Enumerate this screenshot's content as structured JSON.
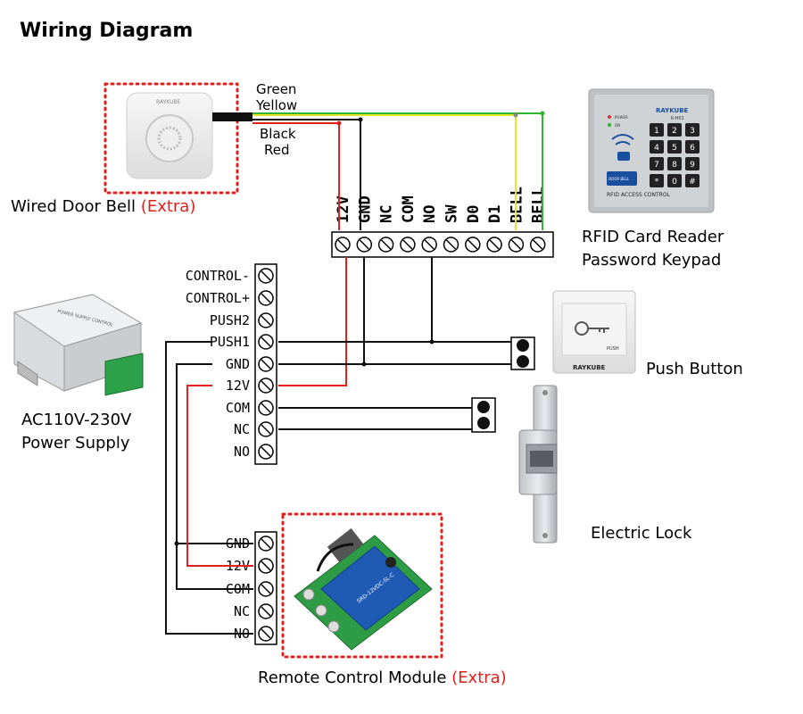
{
  "title": "Wiring Diagram",
  "doorbell": {
    "caption": "Wired Door Bell ",
    "extra": "(Extra)",
    "brand": "RAYKUBE"
  },
  "wire_labels": {
    "green": "Green",
    "yellow": "Yellow",
    "black": "Black",
    "red": "Red"
  },
  "keypad": {
    "caption_line1": "RFID Card Reader",
    "caption_line2": "Password Keypad",
    "brand": "RAYKUBE",
    "model": "K-H01",
    "footer": "RFID ACCESS CONTROL",
    "keys": [
      "1",
      "2",
      "3",
      "4",
      "5",
      "6",
      "7",
      "8",
      "9",
      "*",
      "0",
      "#"
    ],
    "led_labels": [
      "POWER",
      "ON"
    ],
    "bell_label": "DOOR BELL"
  },
  "keypad_terminals": [
    "12V",
    "GND",
    "NC",
    "COM",
    "NO",
    "SW",
    "D0",
    "D1",
    "BELL",
    "BELL"
  ],
  "power_supply": {
    "caption_line1": "AC110V-230V",
    "caption_line2": "Power Supply",
    "terminals": [
      "CONTROL-",
      "CONTROL+",
      "PUSH2",
      "PUSH1",
      "GND",
      "12V",
      "COM",
      "NC",
      "NO"
    ]
  },
  "push_button": {
    "caption": "Push Button",
    "brand": "RAYKUBE",
    "label": "PUSH"
  },
  "electric_lock": {
    "caption": "Electric Lock"
  },
  "remote_module": {
    "caption": "Remote Control Module ",
    "extra": "(Extra)",
    "terminals": [
      "GND",
      "12V",
      "COM",
      "NC",
      "NO"
    ],
    "relay_text": "SRD-12VDC-SL-C"
  },
  "colors": {
    "red_wire": "#e0201b",
    "black_wire": "#111111",
    "green_wire": "#2fb52f",
    "yellow_wire": "#e6e62a",
    "dotted_border": "#e0201b"
  }
}
